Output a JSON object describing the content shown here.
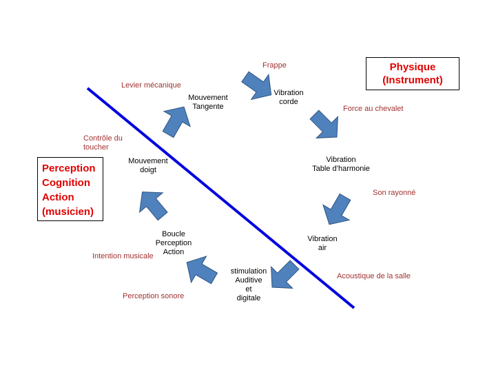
{
  "colors": {
    "arrow_fill": "#4f81bd",
    "arrow_stroke": "#2f5480",
    "divider": "#0000e0",
    "relation_text": "#a23030",
    "domain_text": "#e00000"
  },
  "domains": {
    "physique": [
      "Physique",
      "(Instrument)"
    ],
    "perception": [
      "Perception",
      "Cognition",
      "Action",
      "(musicien)"
    ]
  },
  "nodes": {
    "mouvement_tangente": [
      "Mouvement",
      "Tangente"
    ],
    "vibration_corde": [
      "Vibration",
      "corde"
    ],
    "vibration_table": [
      "Vibration",
      "Table d’harmonie"
    ],
    "vibration_air": [
      "Vibration",
      "air"
    ],
    "stimulation": [
      "stimulation",
      "Auditive",
      "et",
      "digitale"
    ],
    "boucle": [
      "Boucle",
      "Perception",
      "Action"
    ],
    "mouvement_doigt": [
      "Mouvement",
      "doigt"
    ]
  },
  "relations": {
    "frappe": "Frappe",
    "levier": "Levier mécanique",
    "force_chevalet": "Force au chevalet",
    "controle": [
      "Contrôle du",
      "toucher"
    ],
    "son_rayonne": "Son rayonné",
    "intention": "Intention musicale",
    "acoustique": "Acoustique de la salle",
    "perception_sonore": "Perception sonore"
  }
}
